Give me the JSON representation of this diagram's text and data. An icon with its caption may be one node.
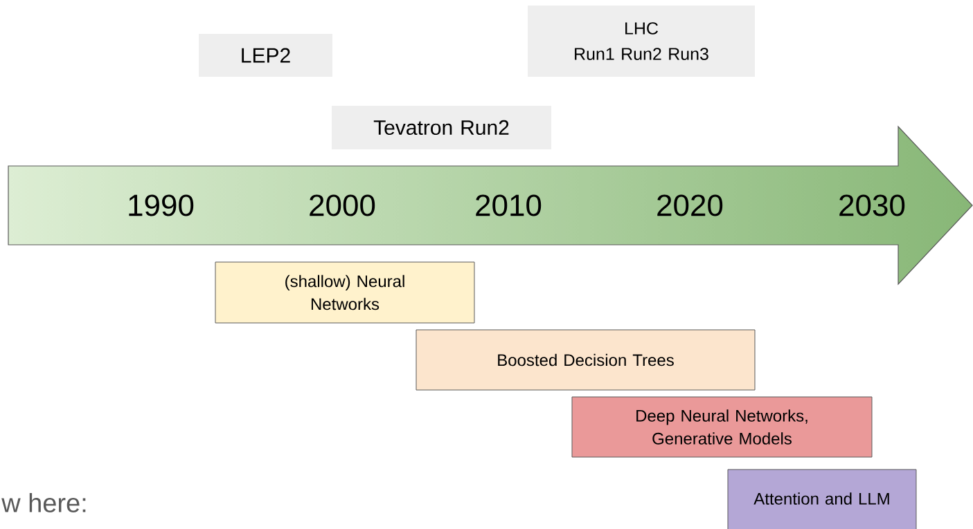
{
  "diagram": {
    "nodes": [
      {
        "text": [
          "LEP2"
        ]
      },
      {
        "text": [
          "LHC",
          "Run1   Run2  Run3"
        ]
      },
      {
        "text": [
          "Tevatron Run2"
        ]
      },
      {
        "text": [
          "1990",
          "2000",
          "2010",
          "2020",
          "2030"
        ]
      },
      {
        "text": [
          "(shallow) Neural Networks"
        ]
      },
      {
        "text": [
          "Boosted Decision Trees"
        ]
      },
      {
        "text": [
          "Deep Neural Networks, Generative Models"
        ]
      },
      {
        "text": [
          "Attention and LLM"
        ]
      }
    ],
    "labels": [
      "w here:"
    ]
  }
}
